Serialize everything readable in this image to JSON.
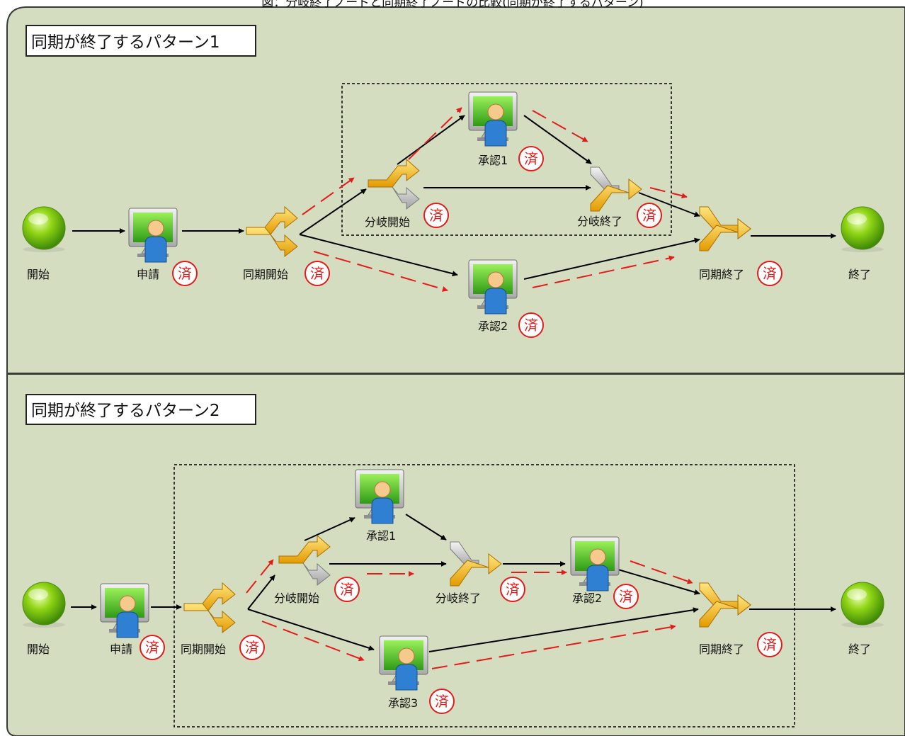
{
  "caption": "図：分岐終了ノードと同期終了ノードの比較(同期が終了するパターン)",
  "done_mark": "済",
  "colors": {
    "panel_bg": "#d5ddc0",
    "panel_border": "#3a3a3a",
    "flow_arrow": "#000000",
    "path_arrow": "#e41b1b",
    "done_mark": "#e41b1b"
  },
  "pattern1": {
    "title": "同期が終了するパターン1",
    "nodes": {
      "start": "開始",
      "request": "申請",
      "sync_start": "同期開始",
      "branch_start": "分岐開始",
      "approval1": "承認1",
      "branch_end": "分岐終了",
      "approval2": "承認2",
      "sync_end": "同期終了",
      "end": "終了"
    }
  },
  "pattern2": {
    "title": "同期が終了するパターン2",
    "nodes": {
      "start": "開始",
      "request": "申請",
      "sync_start": "同期開始",
      "branch_start": "分岐開始",
      "approval1": "承認1",
      "branch_end": "分岐終了",
      "approval2": "承認2",
      "approval3": "承認3",
      "sync_end": "同期終了",
      "end": "終了"
    }
  }
}
